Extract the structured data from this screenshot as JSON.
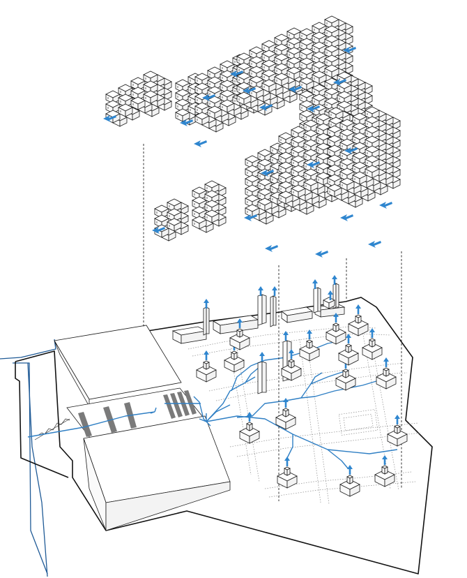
{
  "diagram": {
    "colors": {
      "line": "#1a1a1a",
      "flow": "#2f7fc4",
      "site_boundary": "#1f5a96",
      "arrow": "#2f86cf"
    },
    "clusters": [
      {
        "id": "cluster-small-left-top",
        "arrow": "left"
      },
      {
        "id": "cluster-mid-left-top",
        "arrow": "left"
      },
      {
        "id": "cluster-large-right",
        "arrow": "left"
      },
      {
        "id": "cluster-small-left-bottom",
        "arrow": "left"
      }
    ],
    "ground_pavilions": {
      "count": 22,
      "arrow": "up"
    }
  }
}
